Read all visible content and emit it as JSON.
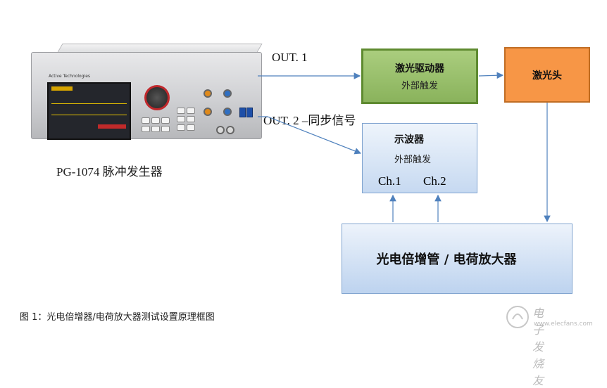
{
  "device": {
    "caption": "PG-1074 脉冲发生器",
    "brand": "Active Technologies"
  },
  "outputs": {
    "out1": "OUT. 1",
    "out2": "OUT. 2 –同步信号"
  },
  "blocks": {
    "laser_driver": {
      "title": "激光驱动器",
      "subtitle": "外部触发"
    },
    "laser_head": {
      "title": "激光头"
    },
    "oscilloscope": {
      "title": "示波器",
      "subtitle": "外部触发",
      "ch1": "Ch.1",
      "ch2": "Ch.2"
    },
    "pmt_amp": {
      "title": "光电倍增管 / 电荷放大器"
    }
  },
  "figure_caption": "图 1：光电倍增器/电荷放大器测试设置原理框图",
  "watermark": {
    "text": "电子发烧友",
    "url": "www.elecfans.com"
  },
  "colors": {
    "laser_driver_fill": "#9bc16b",
    "laser_driver_border": "#5e8a30",
    "laser_head_fill": "#f79646",
    "blue_block_fill": "#c6d9f1",
    "arrow": "#4f81bd"
  }
}
